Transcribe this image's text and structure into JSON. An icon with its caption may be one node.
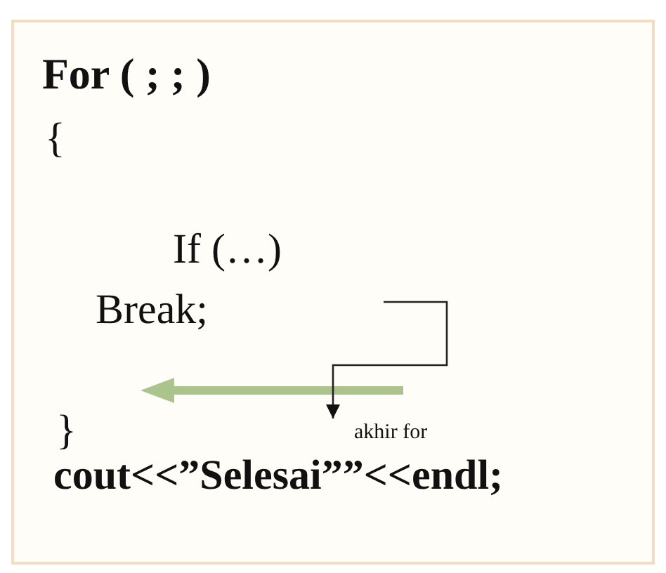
{
  "diagram": {
    "nodes": [
      {
        "text": [],
        "shape": "box"
      },
      {
        "text": [
          "akhir for"
        ],
        "in": 0
      }
    ],
    "edges": [
      {
        "from": null,
        "to": 1,
        "arrow": "to"
      }
    ],
    "labels": [
      "For ( ; ; )",
      "{",
      "If (…)",
      "Break;",
      "}",
      "cout<<”Selesai””<<endl;"
    ]
  }
}
